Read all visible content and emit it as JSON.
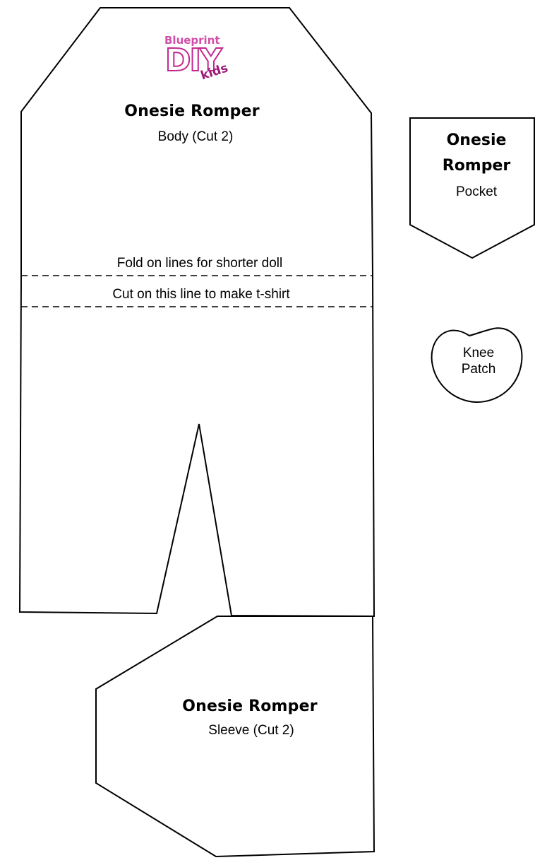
{
  "logo": {
    "top": "Blueprint",
    "main": "DIY",
    "sub": "kids",
    "colors": {
      "pink": "#d14fa8",
      "magenta": "#c2288f",
      "dark": "#9e1a78"
    }
  },
  "body_piece": {
    "title": "Onesie Romper",
    "subtitle": "Body (Cut 2)",
    "fold_text": "Fold on lines for shorter doll",
    "cut_text": "Cut on this line to make t-shirt"
  },
  "pocket_piece": {
    "title": "Onesie Romper",
    "subtitle": "Pocket"
  },
  "knee_patch": {
    "line1": "Knee",
    "line2": "Patch"
  },
  "sleeve_piece": {
    "title": "Onesie Romper",
    "subtitle": "Sleeve (Cut 2)"
  }
}
